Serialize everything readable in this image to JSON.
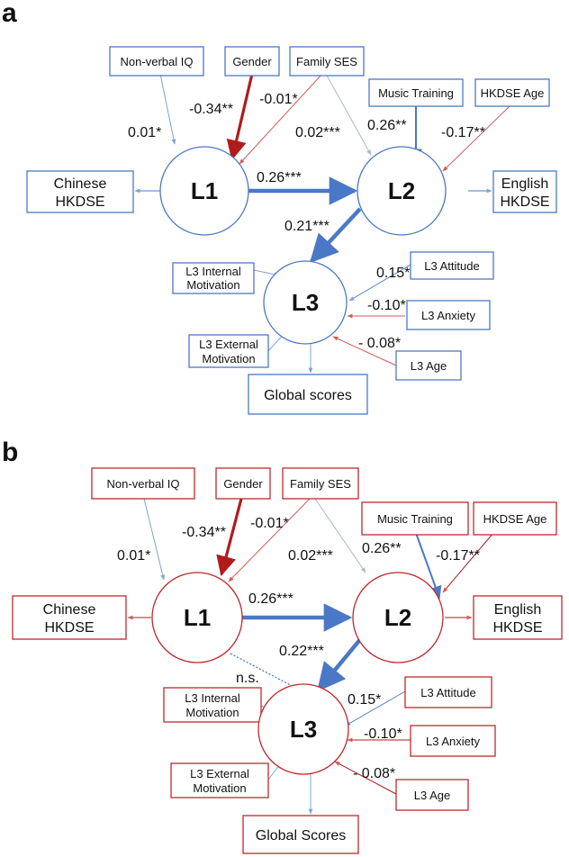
{
  "panel_a": {
    "label": "a",
    "nodes": {
      "l1": "L1",
      "l2": "L2",
      "l3": "L3"
    },
    "boxes": {
      "nonverbal_iq": "Non-verbal IQ",
      "gender": "Gender",
      "family_ses": "Family SES",
      "music_training": "Music Training",
      "hkdse_age": "HKDSE Age",
      "chinese_line1": "Chinese",
      "chinese_line2": "HKDSE",
      "english_line1": "English",
      "english_line2": "HKDSE",
      "internal_line1": "L3 Internal",
      "internal_line2": "Motivation",
      "external_line1": "L3 External",
      "external_line2": "Motivation",
      "attitude": "L3 Attitude",
      "anxiety": "L3 Anxiety",
      "age": "L3 Age",
      "global": "Global scores"
    },
    "coefficients": {
      "nonverbal_l1": "0.01*",
      "gender_l1": "-0.34**",
      "ses_l1": "-0.01*",
      "ses_l2": "0.02***",
      "music_l2": "0.26**",
      "hkdse_age_l2": "-0.17**",
      "l1_l2": "0.26***",
      "l2_l3": "0.21***",
      "attitude_l3": "0.15*",
      "anxiety_l3": "-0.10*",
      "age_l3": "- 0.08*"
    }
  },
  "panel_b": {
    "label": "b",
    "nodes": {
      "l1": "L1",
      "l2": "L2",
      "l3": "L3"
    },
    "boxes": {
      "nonverbal_iq": "Non-verbal IQ",
      "gender": "Gender",
      "family_ses": "Family SES",
      "music_training": "Music Training",
      "hkdse_age": "HKDSE Age",
      "chinese_line1": "Chinese",
      "chinese_line2": "HKDSE",
      "english_line1": "English",
      "english_line2": "HKDSE",
      "internal_line1": "L3 Internal",
      "internal_line2": "Motivation",
      "external_line1": "L3 External",
      "external_line2": "Motivation",
      "attitude": "L3 Attitude",
      "anxiety": "L3 Anxiety",
      "age": "L3 Age",
      "global": "Global Scores"
    },
    "coefficients": {
      "nonverbal_l1": "0.01*",
      "gender_l1": "-0.34**",
      "ses_l1": "-0.01*",
      "ses_l2": "0.02***",
      "music_l2": "0.26**",
      "hkdse_age_l2": "-0.17**",
      "l1_l2": "0.26***",
      "l2_l3": "0.22***",
      "l1_l3": "n.s.",
      "attitude_l3": "0.15*",
      "anxiety_l3": "-0.10*",
      "age_l3": "- 0.08*"
    }
  },
  "colors": {
    "blue": "#4a78c6",
    "red": "#c0282c",
    "dark_red": "#b01c1c",
    "light_blue": "#8aaee0",
    "light_red": "#e08a8a"
  }
}
